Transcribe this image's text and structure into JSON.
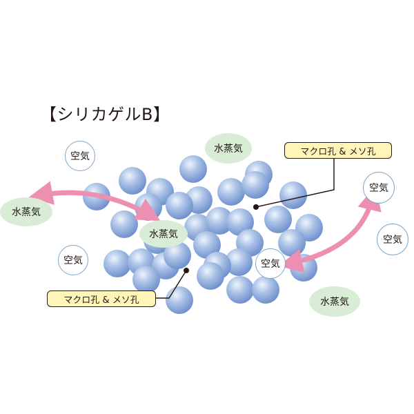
{
  "title": "【シリカゲルB】",
  "labels": {
    "air": "空気",
    "water_vapor": "水蒸気",
    "pores": "マクロ孔 & メソ孔"
  },
  "colors": {
    "particle_light": "#eef4fc",
    "particle_mid": "#a9c1e6",
    "particle_dark": "#6e8fcb",
    "arrow_pink": "#ec8fb0",
    "vapor_fill": "#d8ecd6",
    "air_stroke": "#7fa7c9",
    "callout_fill": "#fff5b8"
  },
  "icons": [
    "double-headed-arrow",
    "leader-line-dot"
  ]
}
